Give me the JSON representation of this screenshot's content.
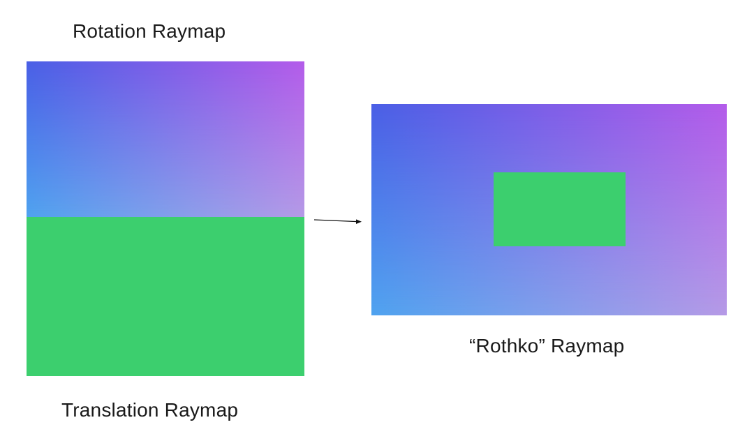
{
  "labels": {
    "rotation": "Rotation Raymap",
    "translation": "Translation Raymap",
    "rothko": "“Rothko” Raymap"
  },
  "colors": {
    "gradient_top_left": "#4a5fe6",
    "gradient_top_right": "#b45cea",
    "gradient_bottom_left": "#4fa3ef",
    "gradient_bottom_right": "#b59ae6",
    "translation_green": "#3ccf6e",
    "arrow": "#111111"
  }
}
